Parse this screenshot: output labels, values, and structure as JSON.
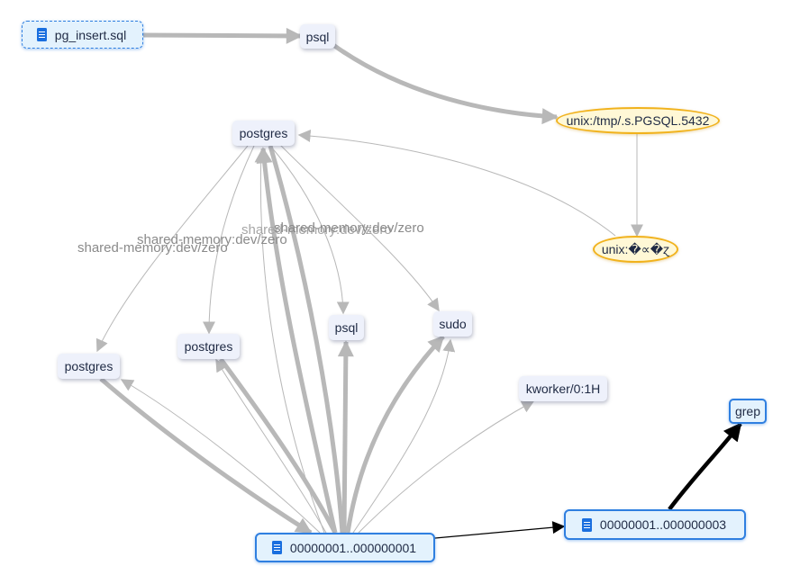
{
  "nodes": {
    "pg_insert_sql": "pg_insert.sql",
    "psql_top": "psql",
    "socket_pgsql": "unix:/tmp/.s.PGSQL.5432",
    "socket_garbled": "unix:�∝�ɀ",
    "postgres_top": "postgres",
    "postgres_left": "postgres",
    "postgres_mid": "postgres",
    "psql_mid": "psql",
    "sudo": "sudo",
    "kworker": "kworker/0:1H",
    "grep": "grep",
    "file_a": "00000001..000000001",
    "file_b": "00000001..000000003"
  },
  "edge_labels": {
    "shm_1": "shared-memory:dev/zero",
    "shm_2": "shared-memory:dev/zero",
    "shm_3": "shared-memory:dev/zero",
    "shm_4": "shared-memory:dev/zero"
  },
  "colors": {
    "edge_gray": "#b8b8b8",
    "edge_black": "#000000",
    "file_border": "#2f7fe0",
    "socket_border": "#f1b21c",
    "process_fill": "#eef1fb"
  }
}
